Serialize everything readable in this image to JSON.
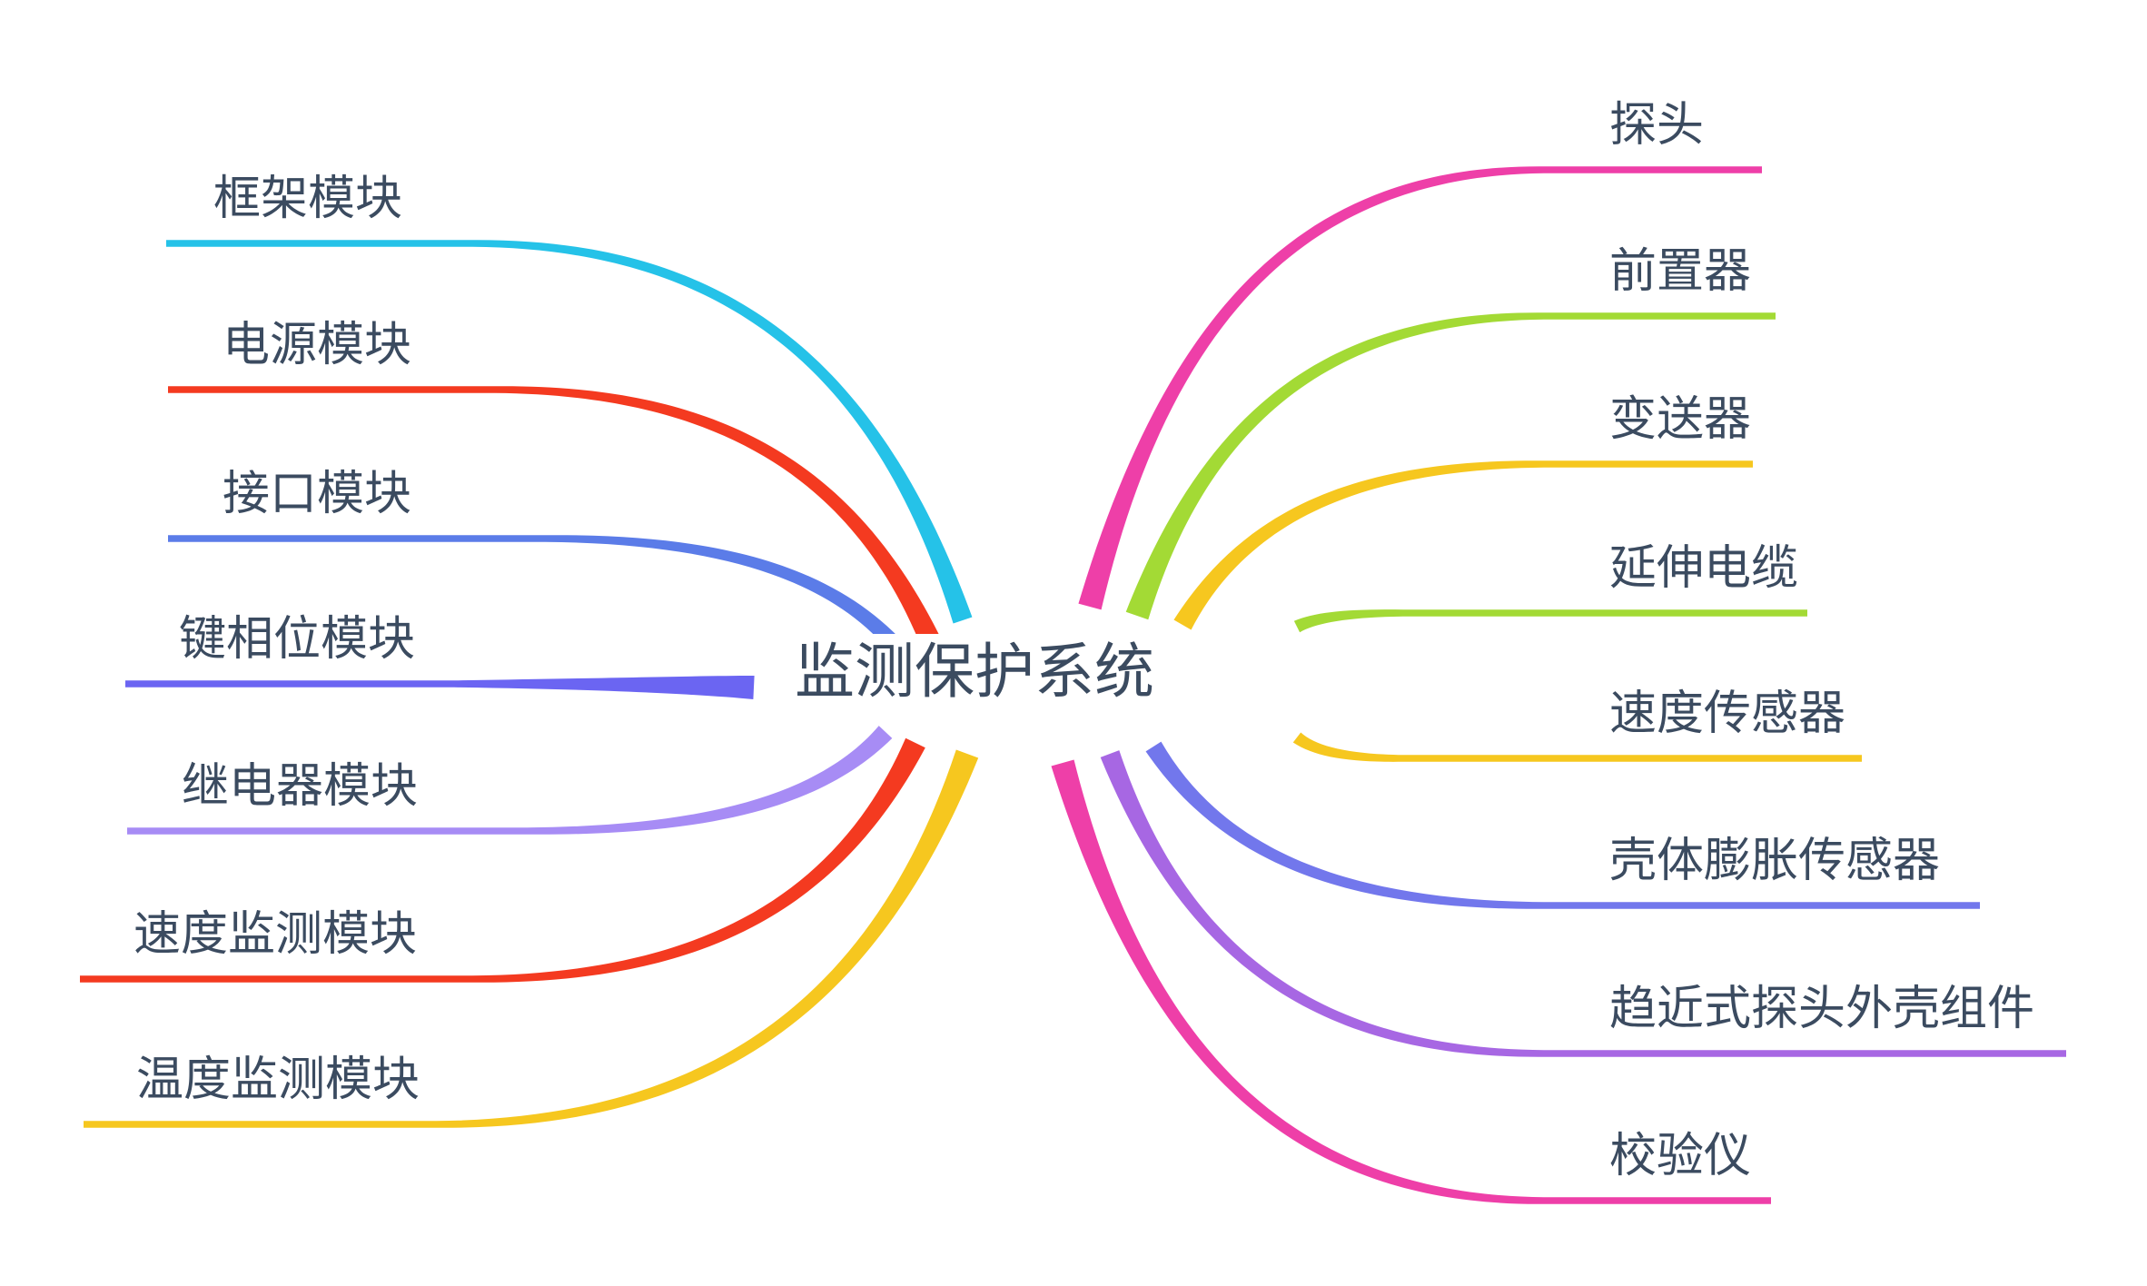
{
  "title": {
    "text": "监测保护系统"
  },
  "colors": {
    "text": "#3b4b60",
    "background": "#ffffff"
  },
  "branches": {
    "left": [
      {
        "label": "框架模块",
        "color": "#25c2e8"
      },
      {
        "label": "电源模块",
        "color": "#f43a20"
      },
      {
        "label": "接口模块",
        "color": "#5b7ce8"
      },
      {
        "label": "键相位模块",
        "color": "#6b65f2"
      },
      {
        "label": "继电器模块",
        "color": "#a78cf5"
      },
      {
        "label": "速度监测模块",
        "color": "#f43a20"
      },
      {
        "label": "温度监测模块",
        "color": "#f6c71f"
      }
    ],
    "right": [
      {
        "label": "探头",
        "color": "#ee3fa8"
      },
      {
        "label": "前置器",
        "color": "#a3da35"
      },
      {
        "label": "变送器",
        "color": "#f6c71f"
      },
      {
        "label": "延伸电缆",
        "color": "#a3da35"
      },
      {
        "label": "速度传感器",
        "color": "#f6c71f"
      },
      {
        "label": "壳体膨胀传感器",
        "color": "#7277ec"
      },
      {
        "label": "趋近式探头外壳组件",
        "color": "#a767e3"
      },
      {
        "label": "校验仪",
        "color": "#ee3fa8"
      }
    ]
  }
}
